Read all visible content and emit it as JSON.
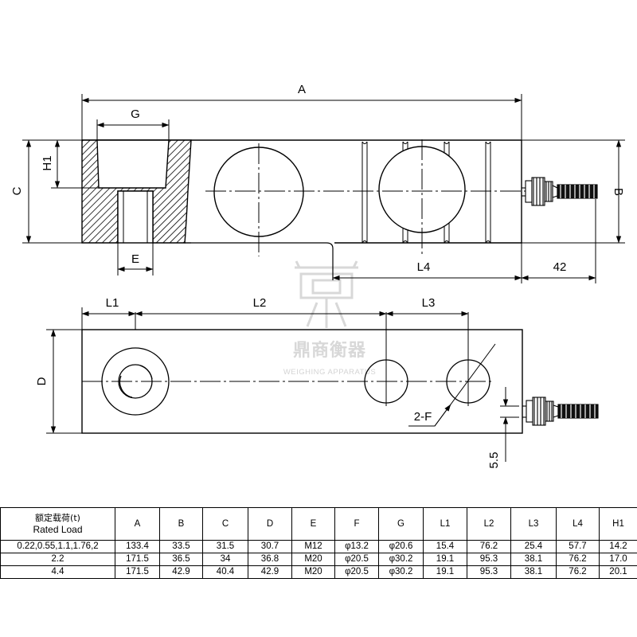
{
  "labels": {
    "A": "A",
    "B": "B",
    "C": "C",
    "G": "G",
    "H1": "H1",
    "E": "E",
    "L4": "L4",
    "d42": "42",
    "L1": "L1",
    "L2": "L2",
    "L3": "L3",
    "D": "D",
    "F": "2-F",
    "d55": "5.5"
  },
  "watermark": {
    "cn": "鼎商衡器",
    "en": "WEIGHING APPARATUS",
    "color": "#c8c8c8"
  },
  "table": {
    "header_cn": "额定载荷(t)",
    "header_en": "Rated Load",
    "columns": [
      "A",
      "B",
      "C",
      "D",
      "E",
      "F",
      "G",
      "L1",
      "L2",
      "L3",
      "L4",
      "H1"
    ],
    "rows": [
      [
        "0.22,0.55,1.1,1.76,2",
        "133.4",
        "33.5",
        "31.5",
        "30.7",
        "M12",
        "φ13.2",
        "φ20.6",
        "15.4",
        "76.2",
        "25.4",
        "57.7",
        "14.2"
      ],
      [
        "2.2",
        "171.5",
        "36.5",
        "34",
        "36.8",
        "M20",
        "φ20.5",
        "φ30.2",
        "19.1",
        "95.3",
        "38.1",
        "76.2",
        "17.0"
      ],
      [
        "4.4",
        "171.5",
        "42.9",
        "40.4",
        "42.9",
        "M20",
        "φ20.5",
        "φ30.2",
        "19.1",
        "95.3",
        "38.1",
        "76.2",
        "20.1"
      ]
    ]
  }
}
